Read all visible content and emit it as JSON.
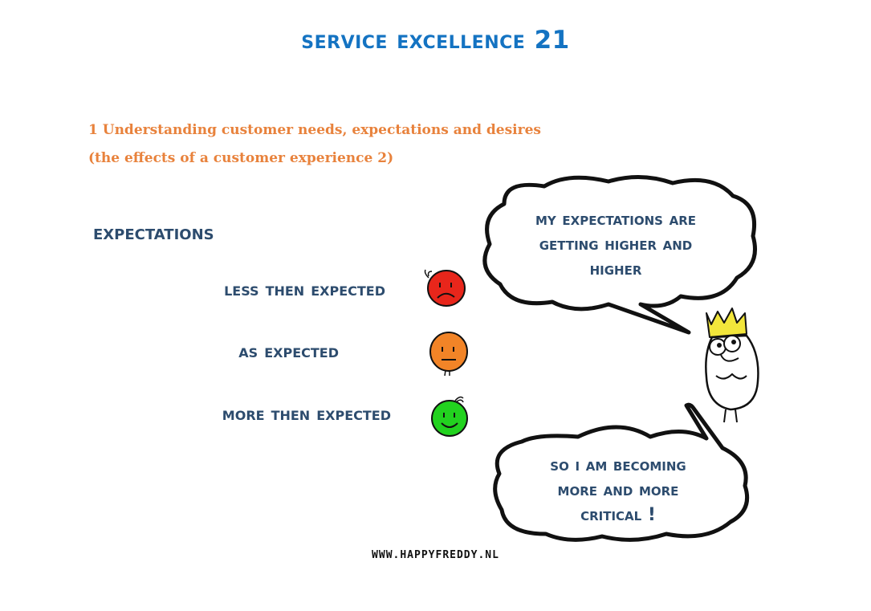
{
  "title": "SERVICE EXCELLENCE 21",
  "subtitle_line1": "1 Understanding customer needs, expectations and desires",
  "subtitle_line2": "(the effects of a customer experience 2)",
  "heading": "EXPECTATIONS",
  "levels": [
    {
      "label": "LESS THEN EXPECTED",
      "face_color": "#e8261b",
      "icon": "sad-face-icon"
    },
    {
      "label": "AS EXPECTED",
      "face_color": "#f28427",
      "icon": "neutral-face-icon"
    },
    {
      "label": "MORE THEN EXPECTED",
      "face_color": "#22d21f",
      "icon": "happy-face-icon"
    }
  ],
  "bubble_top": {
    "line1": "MY EXPECTATIONS ARE",
    "line2": "GETTING HIGHER AND",
    "line3": "HIGHER"
  },
  "bubble_bottom": {
    "line1": "SO I AM BECOMING",
    "line2": "MORE AND MORE",
    "line3": "CRITICAL !"
  },
  "footer": "WWW.HAPPYFREDDY.NL",
  "colors": {
    "title": "#1473c2",
    "subtitle": "#e8823c",
    "label": "#2d4c6e",
    "crown": "#f2e63b"
  }
}
